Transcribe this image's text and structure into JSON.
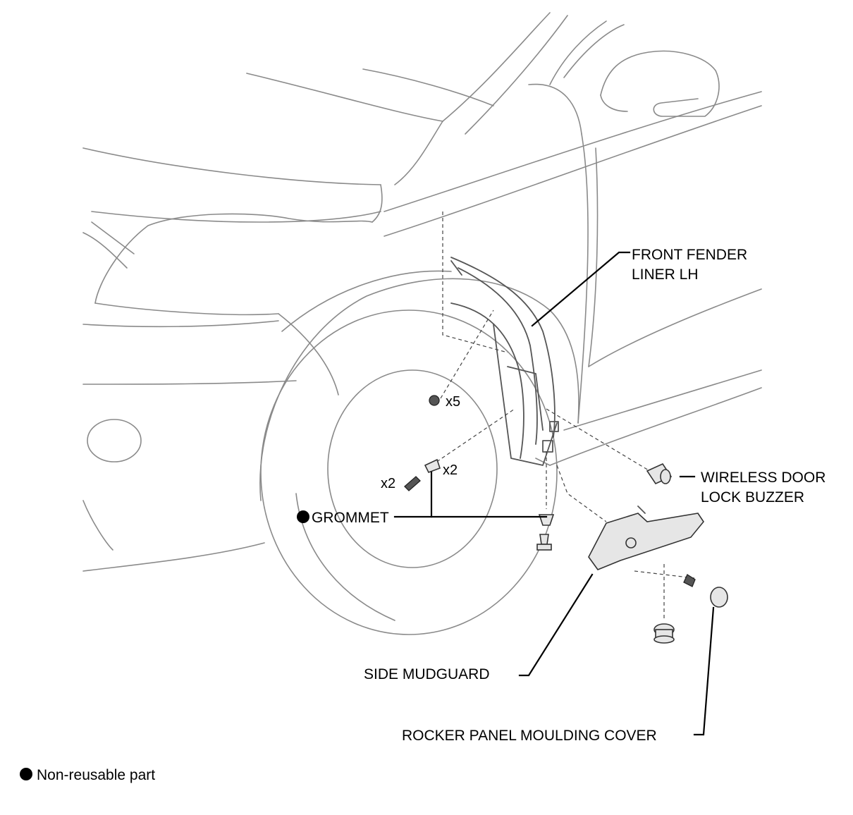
{
  "labels": {
    "front_fender_liner_line1": "FRONT FENDER",
    "front_fender_liner_line2": "LINER LH",
    "wireless_buzzer_line1": "WIRELESS DOOR",
    "wireless_buzzer_line2": "LOCK BUZZER",
    "grommet": "GROMMET",
    "side_mudguard": "SIDE MUDGUARD",
    "rocker_cover": "ROCKER PANEL MOULDING COVER"
  },
  "quantities": {
    "clip_top": "x5",
    "clip_mid_right": "x2",
    "screw_left": "x2"
  },
  "legend": {
    "non_reusable": "Non-reusable part"
  }
}
